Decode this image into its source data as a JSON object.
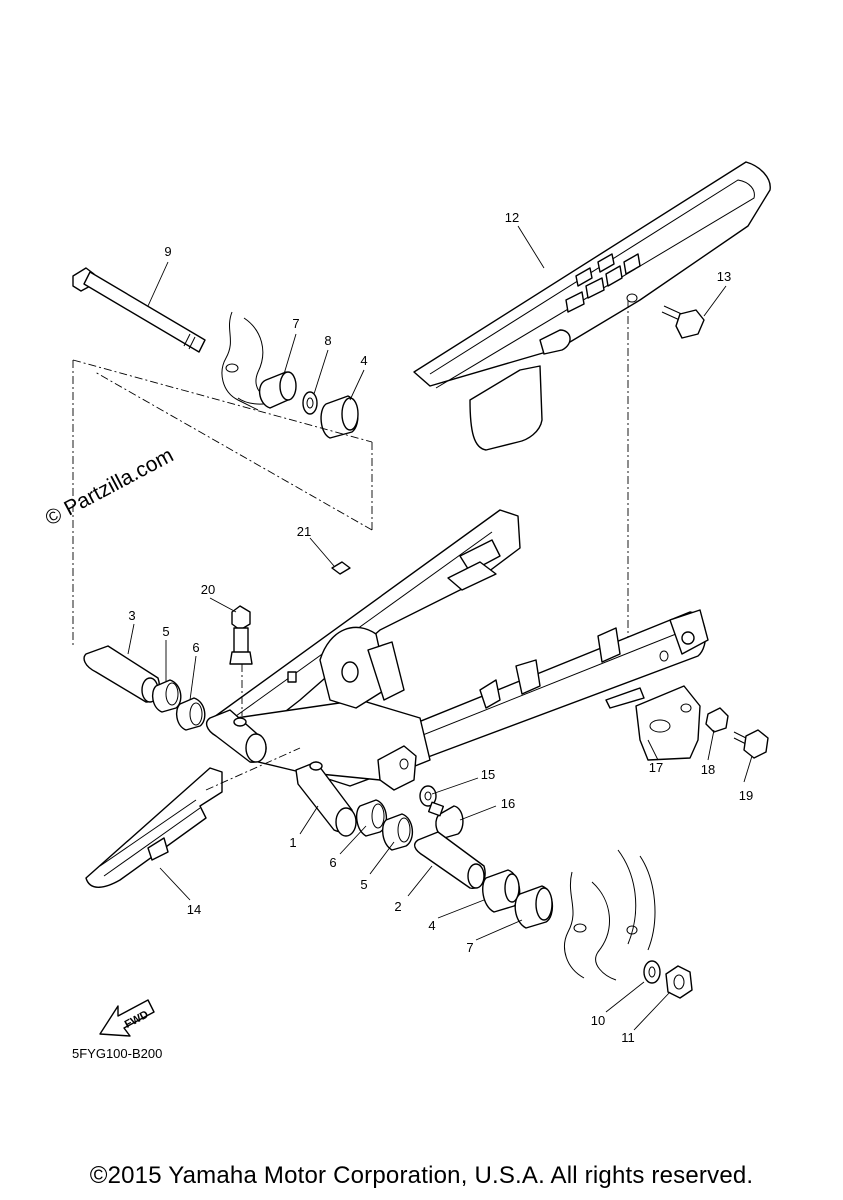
{
  "diagram": {
    "diagram_code": "5FYG100-B200",
    "watermark": "© Partzilla.com",
    "fwd_label": "FWD",
    "copyright": "©2015 Yamaha Motor Corporation, U.S.A. All rights reserved.",
    "callouts": [
      {
        "id": "1",
        "label": "1"
      },
      {
        "id": "2",
        "label": "2"
      },
      {
        "id": "3",
        "label": "3"
      },
      {
        "id": "4a",
        "label": "4"
      },
      {
        "id": "4b",
        "label": "4"
      },
      {
        "id": "5a",
        "label": "5"
      },
      {
        "id": "5b",
        "label": "5"
      },
      {
        "id": "6a",
        "label": "6"
      },
      {
        "id": "6b",
        "label": "6"
      },
      {
        "id": "7a",
        "label": "7"
      },
      {
        "id": "7b",
        "label": "7"
      },
      {
        "id": "8",
        "label": "8"
      },
      {
        "id": "9",
        "label": "9"
      },
      {
        "id": "10",
        "label": "10"
      },
      {
        "id": "11",
        "label": "11"
      },
      {
        "id": "12",
        "label": "12"
      },
      {
        "id": "13",
        "label": "13"
      },
      {
        "id": "14",
        "label": "14"
      },
      {
        "id": "15",
        "label": "15"
      },
      {
        "id": "16",
        "label": "16"
      },
      {
        "id": "17",
        "label": "17"
      },
      {
        "id": "18",
        "label": "18"
      },
      {
        "id": "19",
        "label": "19"
      },
      {
        "id": "20",
        "label": "20"
      },
      {
        "id": "21",
        "label": "21"
      }
    ]
  }
}
